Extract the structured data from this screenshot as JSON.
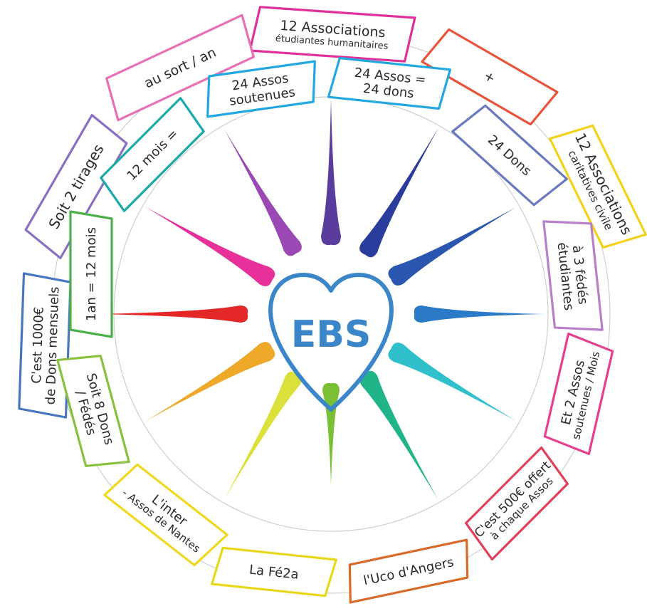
{
  "center": {
    "text": "EBS",
    "color": "#3a86c8"
  },
  "outer_ring": [
    {
      "id": "outer-12-asso-etudiantes",
      "lines": [
        "12 Associations",
        "étudiantes humanitaires"
      ],
      "color": "#e0309a"
    },
    {
      "id": "outer-plus",
      "lines": [
        "+"
      ],
      "color": "#e8533a"
    },
    {
      "id": "outer-12-asso-caritatives",
      "lines": [
        "12 Associations",
        "caritatives civile"
      ],
      "color": "#f2d21a"
    },
    {
      "id": "outer-au-sort",
      "lines": [
        "au sort / an"
      ],
      "color": "#e870b4"
    },
    {
      "id": "outer-2-tirages",
      "lines": [
        "Soit 2 tirages"
      ],
      "color": "#8a70c0"
    },
    {
      "id": "outer-1000",
      "lines": [
        "C'est 1000€",
        "de Dons mensuels"
      ],
      "color": "#4a76c0"
    }
  ],
  "inner_ring": [
    {
      "id": "inner-24-assos-dons",
      "lines": [
        "24 Assos =",
        "24 dons"
      ],
      "color": "#22a8e0"
    },
    {
      "id": "inner-24-dons",
      "lines": [
        "24 Dons"
      ],
      "color": "#6a78c0"
    },
    {
      "id": "inner-3-fedes",
      "lines": [
        "à 3 fédés",
        "étudiantes"
      ],
      "color": "#b880c8"
    },
    {
      "id": "inner-2-assos-mois",
      "lines": [
        "Et 2 Assos",
        "soutenues / Mois"
      ],
      "color": "#e8408c"
    },
    {
      "id": "inner-500",
      "lines": [
        "C'est 500€ offert",
        "à chaque Assos"
      ],
      "color": "#e0405a"
    },
    {
      "id": "inner-uco",
      "lines": [
        "l'Uco d'Angers"
      ],
      "color": "#d86a2a"
    },
    {
      "id": "inner-fe2a",
      "lines": [
        "La Fé2a"
      ],
      "color": "#e8d81a"
    },
    {
      "id": "inner-inter",
      "lines": [
        "L'inter",
        "- Assos de Nantes"
      ],
      "color": "#f0d820"
    },
    {
      "id": "inner-8-dons",
      "lines": [
        "Soit 8 Dons",
        "/ Fédés"
      ],
      "color": "#8ac040"
    },
    {
      "id": "inner-1an",
      "lines": [
        "1an = 12 mois"
      ],
      "color": "#4ab048"
    },
    {
      "id": "inner-12-mois",
      "lines": [
        "12 mois   ="
      ],
      "color": "#1aa8a8"
    },
    {
      "id": "inner-24-assos-soutenues",
      "lines": [
        "24 Assos",
        "soutenues"
      ],
      "color": "#22a8e0"
    }
  ],
  "spokes": [
    {
      "id": "spoke-purple",
      "color": "#5a3c9c"
    },
    {
      "id": "spoke-navy",
      "color": "#2a3c9c"
    },
    {
      "id": "spoke-blue-dark",
      "color": "#2a56b0"
    },
    {
      "id": "spoke-blue",
      "color": "#2a7ac8"
    },
    {
      "id": "spoke-cyan",
      "color": "#30c0cc"
    },
    {
      "id": "spoke-teal",
      "color": "#20b488"
    },
    {
      "id": "spoke-green",
      "color": "#7ac034"
    },
    {
      "id": "spoke-lime",
      "color": "#dce03a"
    },
    {
      "id": "spoke-orange",
      "color": "#eea82a"
    },
    {
      "id": "spoke-red",
      "color": "#e42828"
    },
    {
      "id": "spoke-magenta",
      "color": "#e8309a"
    },
    {
      "id": "spoke-violet",
      "color": "#9a48b4"
    }
  ]
}
